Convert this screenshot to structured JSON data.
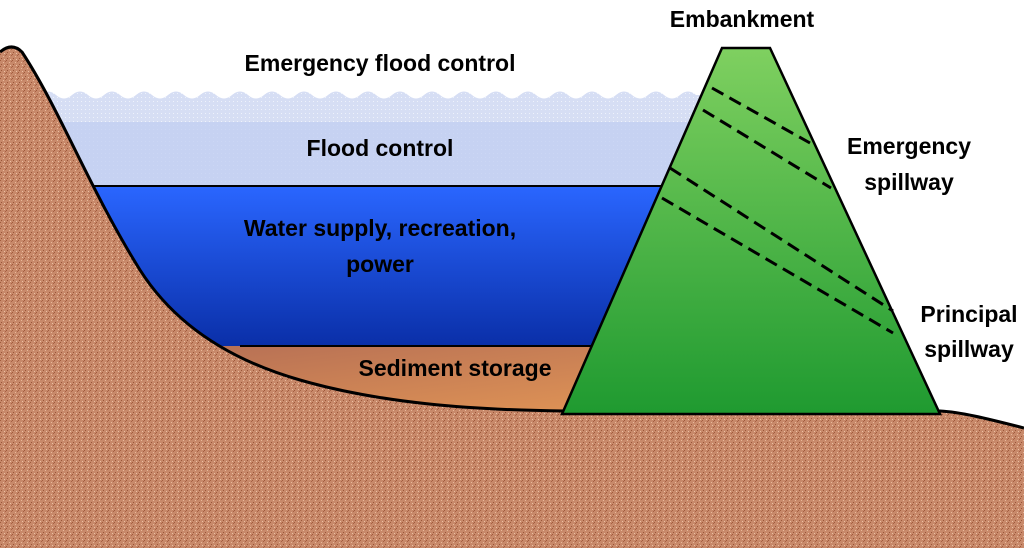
{
  "title": "",
  "labels": {
    "emergency_flood_control": "Emergency flood control",
    "flood_control": "Flood control",
    "water_supply_line1": "Water supply, recreation,",
    "water_supply_line2": "power",
    "sediment_storage": "Sediment storage",
    "embankment": "Embankment",
    "emergency_spillway_line1": "Emergency",
    "emergency_spillway_line2": "spillway",
    "principal_spillway_line1": "Principal",
    "principal_spillway_line2": "spillway"
  },
  "colors": {
    "ground": "#c8896a",
    "ground_texture": "#a05a3c",
    "emergency_flood_zone": "#dfe6f7",
    "flood_control_zone": "#b9c9f0",
    "water_top": "#2a66ff",
    "water_bottom": "#0a2fa8",
    "sediment": "#d08050",
    "embankment": "#35b33a",
    "embankment_dark": "#1f8a2c",
    "outline": "#000000"
  }
}
